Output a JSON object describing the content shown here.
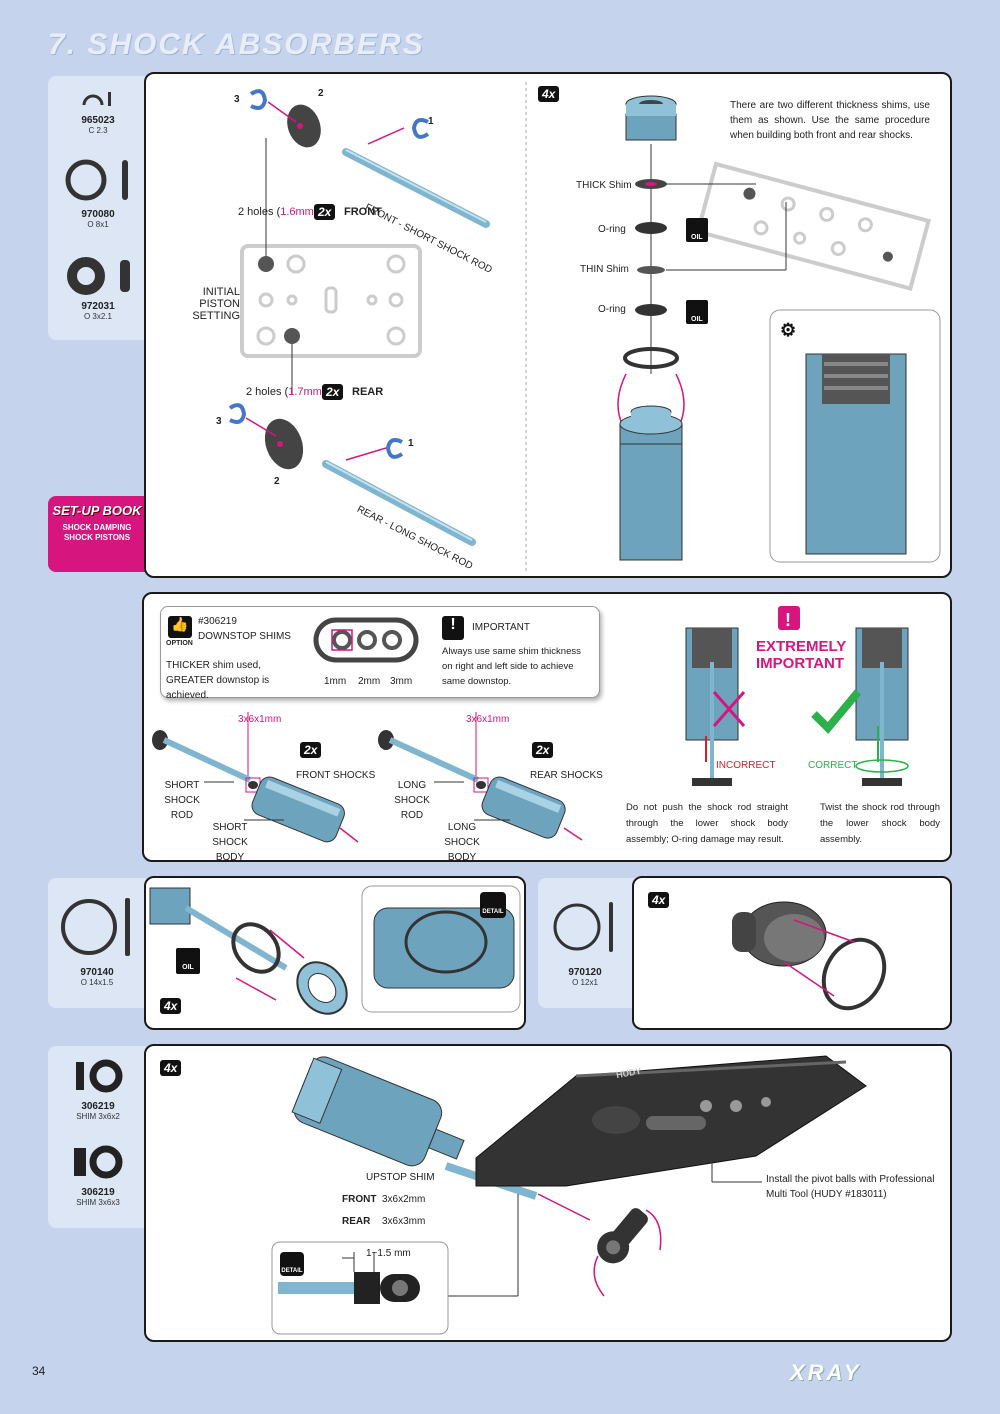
{
  "page": {
    "title": "7. SHOCK ABSORBERS",
    "number": "34",
    "brand": "XRAY"
  },
  "parts": {
    "p965023": {
      "num": "965023",
      "size": "C 2.3"
    },
    "p970080": {
      "num": "970080",
      "size": "O 8x1"
    },
    "p972031": {
      "num": "972031",
      "size": "O 3x2.1"
    },
    "p970140": {
      "num": "970140",
      "size": "O 14x1.5"
    },
    "p970120": {
      "num": "970120",
      "size": "O 12x1"
    },
    "p306219a": {
      "num": "306219",
      "size": "SHIM 3x6x2"
    },
    "p306219b": {
      "num": "306219",
      "size": "SHIM 3x6x3"
    }
  },
  "setup_book": {
    "title": "SET-UP BOOK",
    "sub": "SHOCK DAMPING SHOCK PISTONS"
  },
  "step1": {
    "front_rod": "FRONT - SHORT SHOCK ROD",
    "rear_rod": "REAR - LONG SHOCK ROD",
    "front_holes_a": "2 holes (",
    "front_holes_mm": "1.6mm",
    "front_holes_b": ")",
    "rear_holes_a": "2 holes (",
    "rear_holes_mm": "1.7mm",
    "rear_holes_b": ")",
    "qty": "2x",
    "front": "FRONT",
    "rear": "REAR",
    "piston_setting": "INITIAL PISTON SETTING",
    "n1": "1",
    "n2": "2",
    "n3": "3"
  },
  "step2": {
    "qty": "4x",
    "note": "There are two different thickness shims, use them as shown. Use the same procedure when building both front and rear shocks.",
    "thick_shim": "THICK Shim",
    "oring1": "O-ring",
    "thin_shim": "THIN Shim",
    "oring2": "O-ring",
    "oil": "OIL"
  },
  "step3": {
    "option_num": "#306219",
    "option_title": "DOWNSTOP SHIMS",
    "option_tag": "OPTION",
    "option_text": "THICKER shim used, GREATER downstop is achieved.",
    "shim_1": "1mm",
    "shim_2": "2mm",
    "shim_3": "3mm",
    "important_title": "IMPORTANT",
    "important_text": "Always use same shim thickness on right and left side to achieve same downstop.",
    "shim_size_f": "3x6x1mm",
    "shim_size_r": "3x6x1mm",
    "qty_f": "2x",
    "qty_r": "2x",
    "front_shocks": "FRONT SHOCKS",
    "rear_shocks": "REAR SHOCKS",
    "short_rod": "SHORT SHOCK ROD",
    "short_body": "SHORT SHOCK BODY",
    "long_rod": "LONG SHOCK ROD",
    "long_body": "LONG SHOCK BODY",
    "extremely": "EXTREMELY IMPORTANT",
    "incorrect": "INCORRECT",
    "correct": "CORRECT",
    "incorrect_text": "Do not push the shock rod straight through the lower shock body assembly; O-ring damage may result.",
    "correct_text": "Twist the shock rod through the lower shock body assembly."
  },
  "step4": {
    "qty": "4x",
    "oil": "OIL",
    "detail": "DETAIL"
  },
  "step5": {
    "qty": "4x"
  },
  "step6": {
    "qty": "4x",
    "upstop": "UPSTOP SHIM",
    "front": "FRONT",
    "front_size": "3x6x2mm",
    "rear": "REAR",
    "rear_size": "3x6x3mm",
    "gap": "1~1.5 mm",
    "tool_text": "Install the pivot balls with Professional Multi Tool (HUDY #183011)",
    "detail": "DETAIL",
    "hudy": "HUDY"
  },
  "colors": {
    "pink": "#d6157f",
    "blue": "#7fb5cf",
    "bg": "#c5d3ec",
    "green": "#2bb04a",
    "red": "#d62027"
  }
}
